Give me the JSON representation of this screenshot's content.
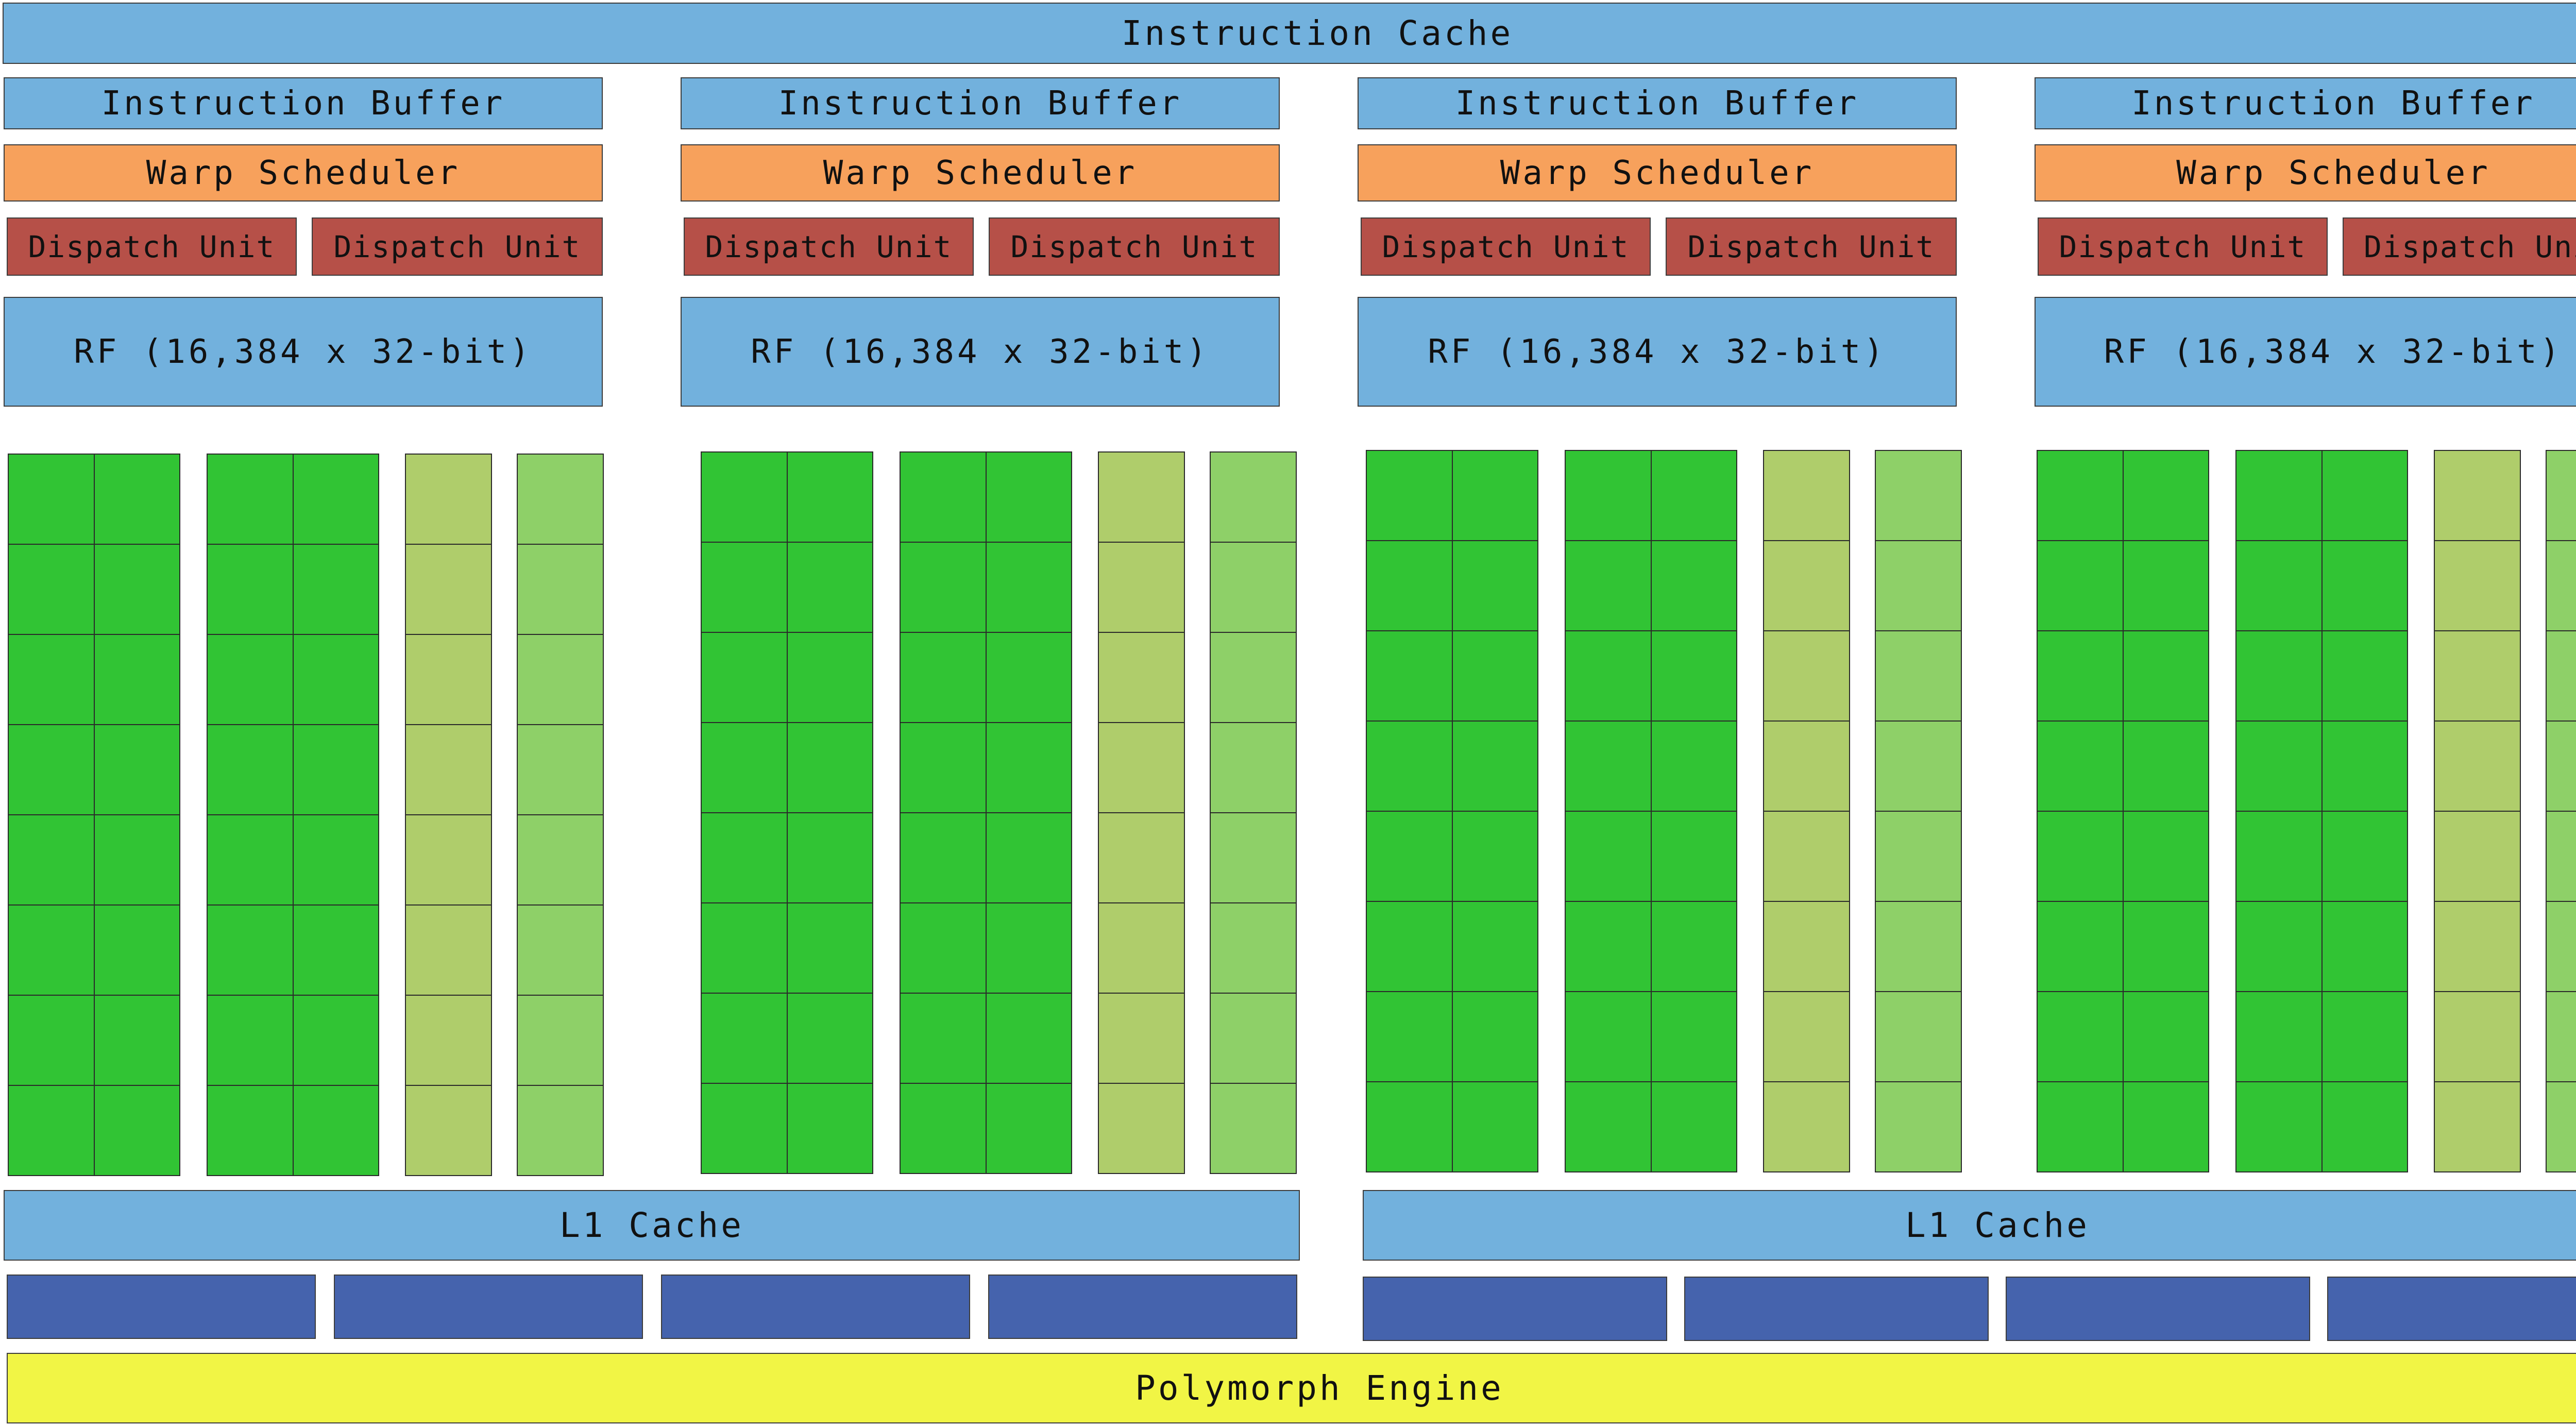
{
  "instruction_cache": {
    "label": "Instruction Cache"
  },
  "clusters": [
    {
      "instruction_buffer": "Instruction Buffer",
      "warp_scheduler": "Warp Scheduler",
      "dispatch_units": [
        "Dispatch Unit",
        "Dispatch Unit"
      ],
      "register_file": "RF (16,384 x 32-bit)"
    },
    {
      "instruction_buffer": "Instruction Buffer",
      "warp_scheduler": "Warp Scheduler",
      "dispatch_units": [
        "Dispatch Unit",
        "Dispatch Unit"
      ],
      "register_file": "RF (16,384 x 32-bit)"
    },
    {
      "instruction_buffer": "Instruction Buffer",
      "warp_scheduler": "Warp Scheduler",
      "dispatch_units": [
        "Dispatch Unit",
        "Dispatch Unit"
      ],
      "register_file": "RF (16,384 x 32-bit)"
    },
    {
      "instruction_buffer": "Instruction Buffer",
      "warp_scheduler": "Warp Scheduler",
      "dispatch_units": [
        "Dispatch Unit",
        "Dispatch Unit"
      ],
      "register_file": "RF (16,384 x 32-bit)"
    }
  ],
  "l1_caches": [
    {
      "label": "L1 Cache"
    },
    {
      "label": "L1 Cache"
    }
  ],
  "polymorph_engine": {
    "label": "Polymorph Engine"
  },
  "colors": {
    "light_blue": "#72b1dd",
    "orange": "#f7a15c",
    "dispatch_red": "#b65048",
    "core_green": "#31c434",
    "olive_green": "#afcd6b",
    "light_green": "#8ed068",
    "dark_blue": "#4563ad",
    "yellow": "#f1f545"
  }
}
